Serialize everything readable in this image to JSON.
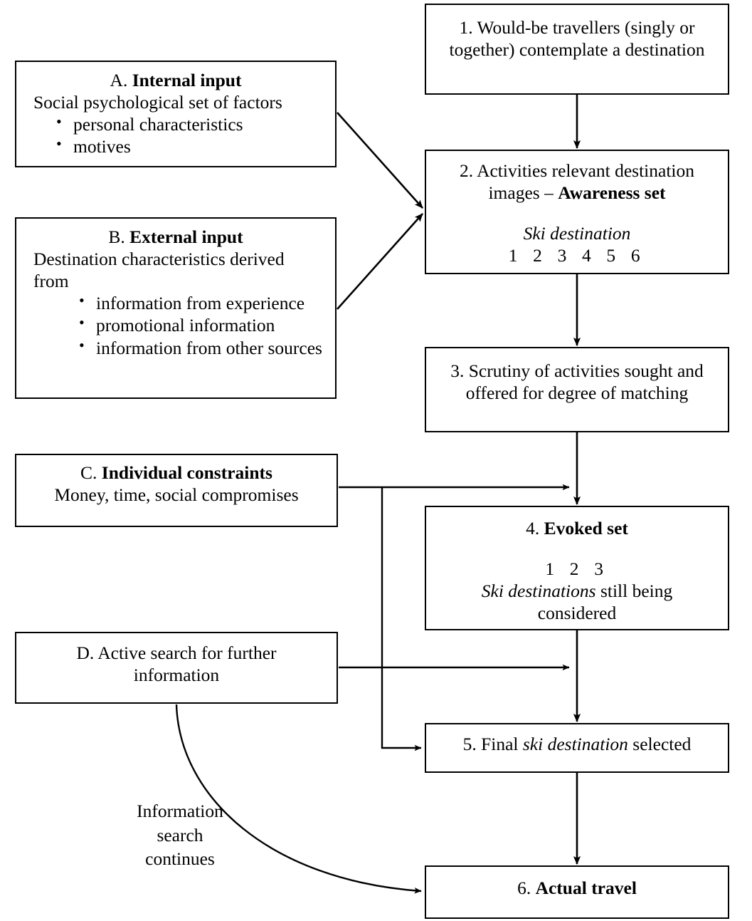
{
  "diagram": {
    "title": "Ski destination choice process flowchart",
    "stroke_color": "#000000",
    "background_color": "#ffffff"
  },
  "left_boxes": [
    {
      "id": "A",
      "label_prefix": "A.",
      "label_bold": "Internal input",
      "lead": "Social psychological set of factors",
      "bullets": [
        "personal characteristics",
        "motives"
      ]
    },
    {
      "id": "B",
      "label_prefix": "B.",
      "label_bold": "External input",
      "lead": "Destination characteristics derived from",
      "bullets": [
        "information from experience",
        "promotional information",
        "information from other sources"
      ]
    },
    {
      "id": "C",
      "label_prefix": "C.",
      "label_bold": "Individual constraints",
      "lead": "Money, time, social compromises",
      "bullets": []
    },
    {
      "id": "D",
      "label_prefix": "D. Active search for further information",
      "label_bold": "",
      "lead": "",
      "bullets": []
    }
  ],
  "right_boxes": {
    "step1": {
      "text": "1. Would-be travellers (singly or together) contemplate a destination"
    },
    "step2": {
      "line1": "2. Activities relevant destination",
      "line2_prefix": "images – ",
      "line2_bold": "Awareness set",
      "italic_label": "Ski destination",
      "numbers": "1  2  3  4  5  6"
    },
    "step3": {
      "text": "3. Scrutiny of activities sought and offered for degree of matching"
    },
    "step4": {
      "title_prefix": "4. ",
      "title_bold": "Evoked set",
      "numbers": "1  2  3",
      "italic_label": "Ski destinations",
      "tail": " still being considered"
    },
    "step5": {
      "prefix": "5. Final ",
      "italic": "ski destination",
      "suffix": "  selected"
    },
    "step6": {
      "prefix": "6. ",
      "bold": "Actual travel"
    }
  },
  "annotations": {
    "curve_label_line1": "Information",
    "curve_label_line2": "search",
    "curve_label_line3": "continues"
  }
}
